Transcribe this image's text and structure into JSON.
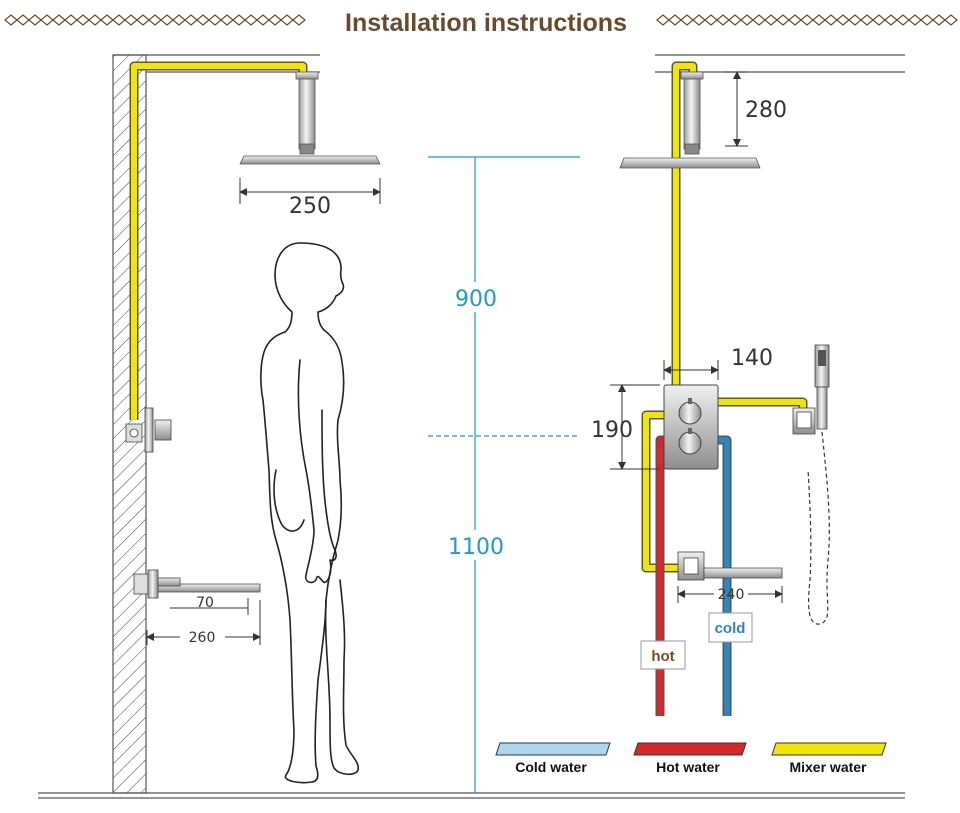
{
  "title": "Installation instructions",
  "colors": {
    "title": "#6b4a2b",
    "mixer_pipe": "#f2e600",
    "hot_pipe": "#d9262b",
    "cold_pipe": "#2e86c1",
    "cold_legend": "#a9d8f0",
    "dimension_blue": "#1a9ad6",
    "chrome": "#b9b9b9"
  },
  "dimensions": {
    "shower_head_width": "250",
    "arm_drop": "280",
    "height_upper": "900",
    "height_lower": "1100",
    "valve_width": "140",
    "valve_height": "190",
    "spout_projection": "70",
    "spout_wall_distance": "260",
    "spout_length": "240"
  },
  "tags": {
    "hot": "hot",
    "cold": "cold"
  },
  "legend": [
    {
      "label": "Cold water",
      "color": "#a9d8f0"
    },
    {
      "label": "Hot water",
      "color": "#d9262b"
    },
    {
      "label": "Mixer water",
      "color": "#f2e600"
    }
  ]
}
